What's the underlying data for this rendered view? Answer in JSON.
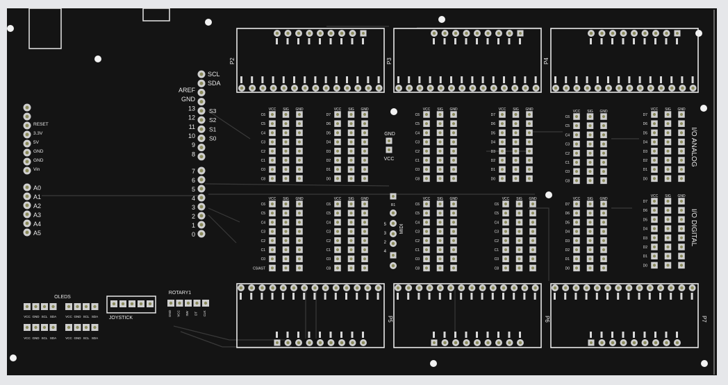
{
  "colors": {
    "board": "#141414",
    "background": "#e6e7ea",
    "silk": "#e8e8e8",
    "pad_ring": "#cfcfcf",
    "pad_hole": "#8a8a5a"
  },
  "left_header": {
    "top_labels": [
      "RESET",
      "3.3V",
      "5V",
      "GND",
      "GND",
      "Vin"
    ],
    "analog_labels": [
      "A0",
      "A1",
      "A2",
      "A3",
      "A4",
      "A5"
    ]
  },
  "digital_header": {
    "top_labels": [
      "SCL",
      "SDA",
      "AREF",
      "GND",
      "13",
      "12",
      "11",
      "10",
      "9",
      "8"
    ],
    "s_labels": [
      "S3",
      "S2",
      "S1",
      "S0"
    ],
    "bottom_labels": [
      "7",
      "6",
      "5",
      "4",
      "3",
      "2",
      "1",
      "0"
    ]
  },
  "modules": {
    "top": [
      "P2",
      "P3",
      "P4"
    ],
    "bottom": [
      "P5",
      "P6",
      "P7"
    ]
  },
  "grid_headers": [
    "VCC",
    "SIG",
    "GND"
  ],
  "group_labels": {
    "c_group": [
      "C6",
      "C5",
      "C4",
      "C3",
      "C2",
      "C1",
      "C0",
      "C8"
    ],
    "d_group": [
      "D7",
      "D6",
      "D5",
      "D4",
      "D3",
      "D2",
      "D1",
      "D0"
    ],
    "cs_last": "CS/AST"
  },
  "side_labels": {
    "analog": "I/O ANALOG",
    "digital": "I/O DIGITAL"
  },
  "power": {
    "gnd": "GND",
    "vcc": "VCC"
  },
  "midi": {
    "label": "MIDI",
    "pins": [
      "5",
      "3",
      "2",
      "4"
    ],
    "r_label": "R1"
  },
  "oleds": {
    "title": "OLEDS",
    "labels": [
      "VCC",
      "GND",
      "SCL",
      "SDA"
    ]
  },
  "joystick": {
    "title": "JOYSTICK"
  },
  "rotary": {
    "title": "ROTARY1",
    "labels": [
      "GND",
      "VCC",
      "SW",
      "DT",
      "CLK"
    ]
  }
}
